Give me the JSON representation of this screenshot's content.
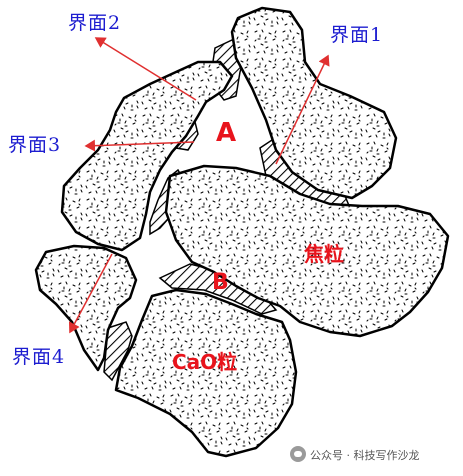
{
  "labels": {
    "interface_1": "界面1",
    "interface_2": "界面2",
    "interface_3": "界面3",
    "interface_4": "界面4",
    "region_a": "A",
    "region_b": "B",
    "coke_particle": "焦粒",
    "cao_particle": "CaO粒"
  },
  "watermark": {
    "text": "公众号 · 科技写作沙龙",
    "icon": "wechat-icon"
  },
  "colors": {
    "interface_label": "#1d1dd0",
    "region_label": "#e8141c",
    "arrow": "#e03030",
    "outline": "#000000",
    "hatch": "#000000"
  }
}
